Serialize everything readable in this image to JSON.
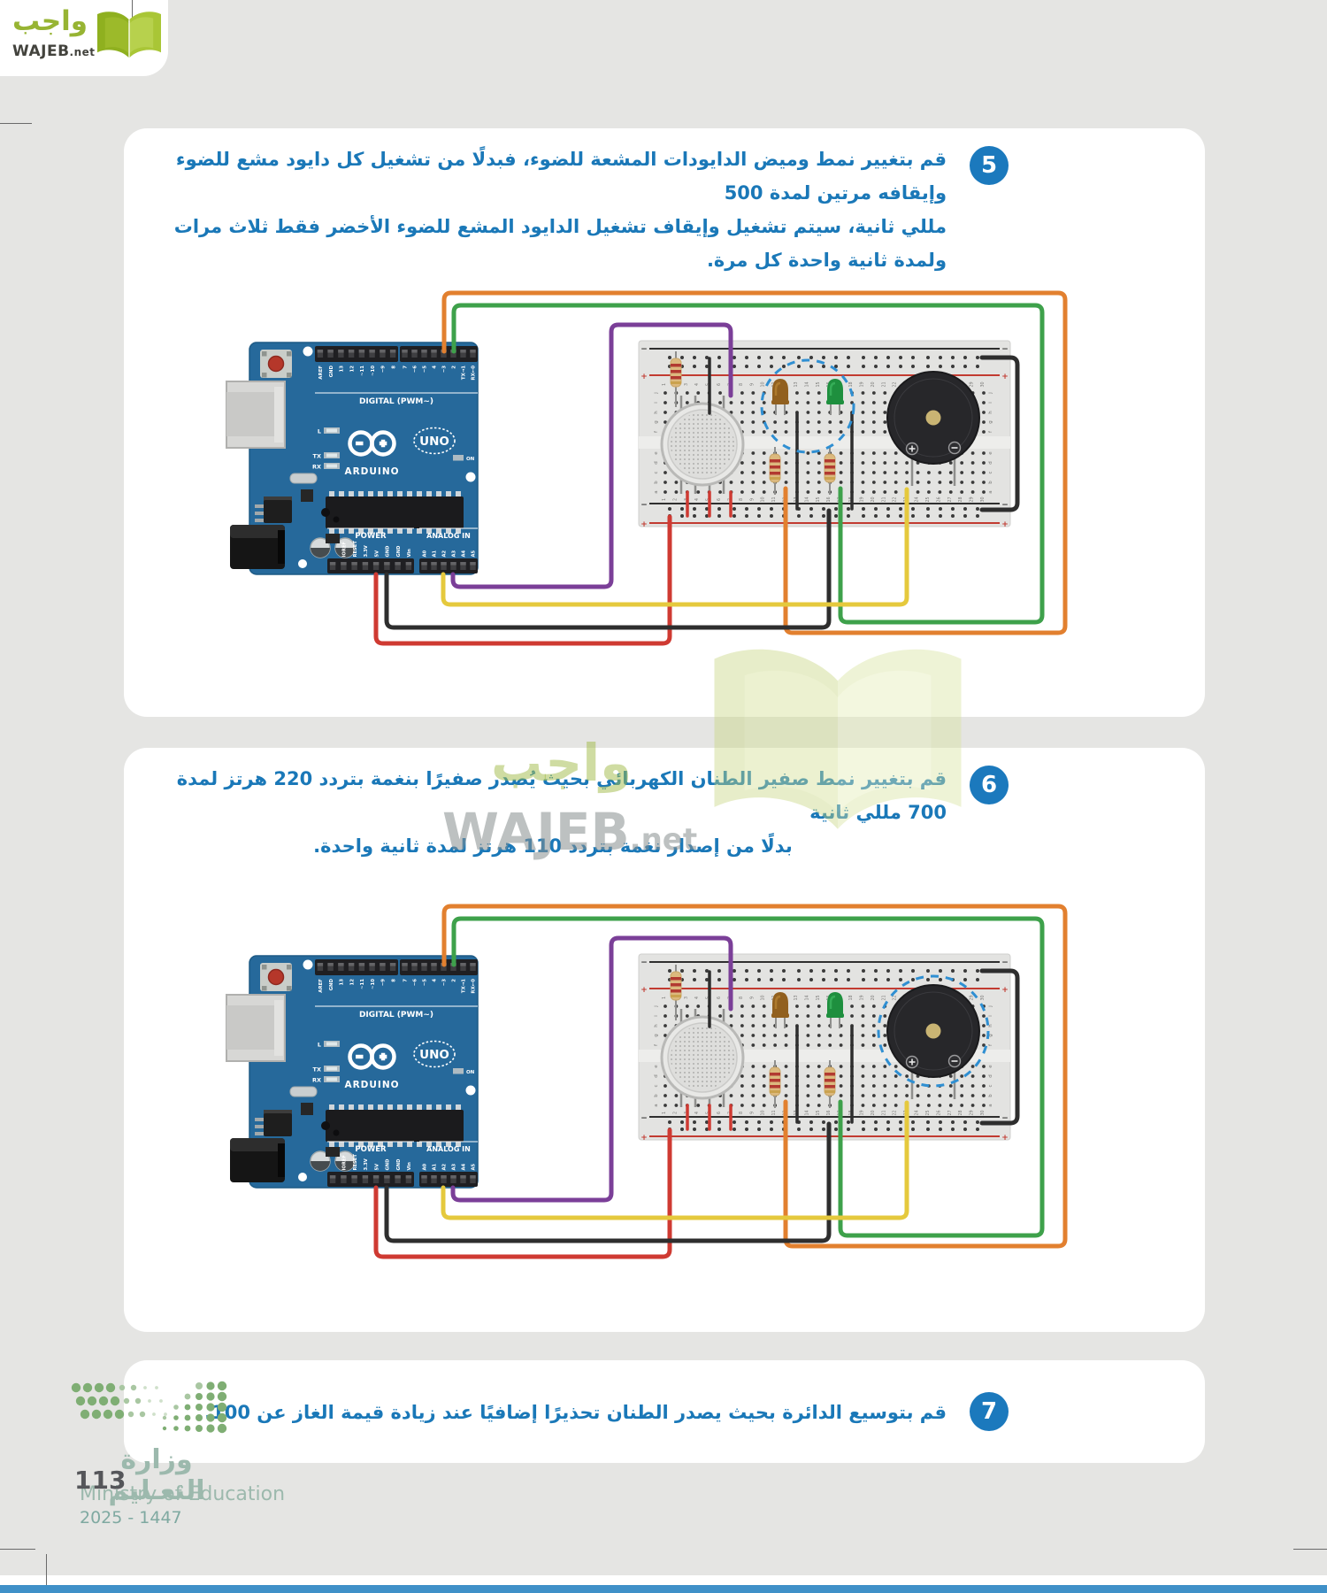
{
  "colors": {
    "badge": "#1b79bd",
    "step_text": "#1a78b8",
    "page_bg": "#e5e5e3",
    "footer_bar": "#3f90c8",
    "panel_bg": "#ffffff",
    "board": "#26699b",
    "wire_orange": "#e2802f",
    "wire_green": "#3ea14b",
    "wire_purple": "#7b3f98",
    "wire_red": "#cf3a32",
    "wire_black": "#2e2e2e",
    "wire_yellow": "#e5c93d",
    "highlight": "#2f8fd2",
    "wajeb_green": "#97b433",
    "ministry_green": "#9cb9ad"
  },
  "wajeb_logo": {
    "arabic": "واجب",
    "name": "WAJEB",
    "tld": ".net"
  },
  "watermark": {
    "arabic": "واجب",
    "name": "WAJEB",
    "tld": ".net"
  },
  "steps": [
    {
      "num": "5",
      "line1": "قم بتغيير نمط وميض الدايودات المشعة للضوء، فبدلًا من تشغيل كل دايود مشع للضوء وإيقافه مرتين لمدة 500",
      "line2": "مللي ثانية، سيتم تشغيل وإيقاف تشغيل الدايود المشع للضوء الأخضر فقط ثلاث مرات ولمدة ثانية واحدة كل مرة."
    },
    {
      "num": "6",
      "line1": "قم بتغيير نمط صفير الطنان الكهربائي بحيث يُصدر صفيرًا بنغمة بتردد 220 هرتز لمدة 700 مللي ثانية",
      "line2": "بدلًا من إصدار نغمة بتردد 110 هرتز لمدة ثانية واحدة."
    },
    {
      "num": "7",
      "line1": "قم بتوسيع الدائرة بحيث يصدر الطنان تحذيرًا إضافيًا عند زيادة قيمة الغاز عن 100.",
      "line2": ""
    }
  ],
  "arduino": {
    "top_pins": [
      "AREF",
      "GND",
      "13",
      "12",
      "~11",
      "~10",
      "~9",
      "8",
      "7",
      "~6",
      "~5",
      "4",
      "~3",
      "2",
      "TX→1",
      "RX←0"
    ],
    "digital_label": "DIGITAL (PWM~)",
    "leds": [
      "L",
      "TX",
      "RX"
    ],
    "brand": "ARDUINO",
    "model": "UNO",
    "on_label": "ON",
    "power_label": "POWER",
    "analog_label": "ANALOG IN",
    "power_pins": [
      "IOREF",
      "RESET",
      "3.3V",
      "5V",
      "GND",
      "GND",
      "Vin"
    ],
    "analog_pins": [
      "A0",
      "A1",
      "A2",
      "A3",
      "A4",
      "A5"
    ]
  },
  "breadboard": {
    "cols": [
      "1",
      "2",
      "3",
      "4",
      "5",
      "6",
      "7",
      "8",
      "9",
      "10",
      "11",
      "12",
      "13",
      "14",
      "15",
      "16",
      "17",
      "18",
      "19",
      "20",
      "21",
      "22",
      "23",
      "24",
      "25",
      "26",
      "27",
      "28",
      "29",
      "30"
    ],
    "rows_top": [
      "j",
      "i",
      "h",
      "g",
      "f"
    ],
    "rows_bottom": [
      "e",
      "d",
      "c",
      "b",
      "a"
    ],
    "plus": "+",
    "minus": "−"
  },
  "ministry": {
    "arabic": "وزارة التعـليم",
    "english": "Ministry of Education",
    "years": "2025 - 1447",
    "page_number": "113"
  }
}
